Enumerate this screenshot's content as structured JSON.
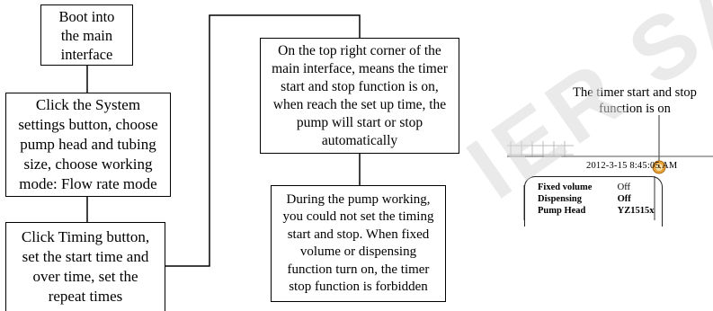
{
  "diagram": {
    "boxes": {
      "boot": [
        "Boot into",
        "the main",
        "interface"
      ],
      "system": [
        "Click the System",
        "settings button, choose",
        "pump head and tubing",
        "size, choose working",
        "mode: Flow rate mode"
      ],
      "timing": [
        "Click Timing button,",
        "set the start time and",
        "over time, set the",
        "repeat times"
      ],
      "corner": [
        "On the top right corner of the",
        "main interface, means the timer",
        "start and stop function is on,",
        "when reach the set up time, the",
        "pump will start or stop",
        "automatically"
      ],
      "working": [
        "During the pump working,",
        "you could not  set the timing",
        "start and stop. When fixed",
        "volume or dispensing",
        "function turn on, the timer",
        "stop function is forbidden"
      ]
    },
    "annotation": [
      "The timer start and stop",
      "function is on"
    ],
    "screen": {
      "datetime": "2012-3-15 8:45:05 AM",
      "rows": [
        {
          "label": "Fixed volume",
          "value": "Off"
        },
        {
          "label": "Dispensing",
          "value": "Off"
        },
        {
          "label": "Pump Head",
          "value": "YZ1515x"
        }
      ],
      "clock_icon": "alarm-clock-icon",
      "clock_color": "#e8a23a"
    },
    "watermark": "IER SA"
  }
}
